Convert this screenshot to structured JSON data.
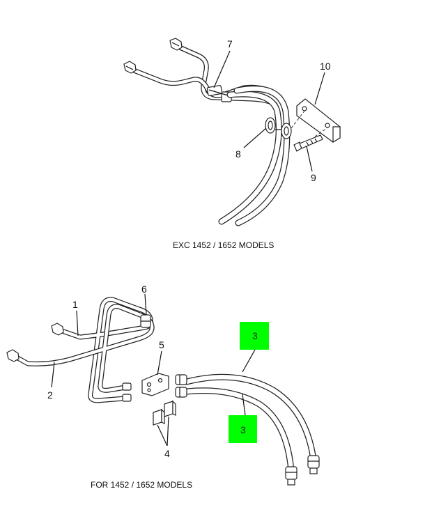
{
  "callouts": {
    "c1": "1",
    "c2": "2",
    "c3a": "3",
    "c3b": "3",
    "c4": "4",
    "c5": "5",
    "c6": "6",
    "c7": "7",
    "c8": "8",
    "c9": "9",
    "c10": "10"
  },
  "captions": {
    "top": "EXC 1452 / 1652 MODELS",
    "bottom": "FOR 1452 / 1652 MODELS"
  },
  "colors": {
    "highlight": "#00ff00"
  }
}
